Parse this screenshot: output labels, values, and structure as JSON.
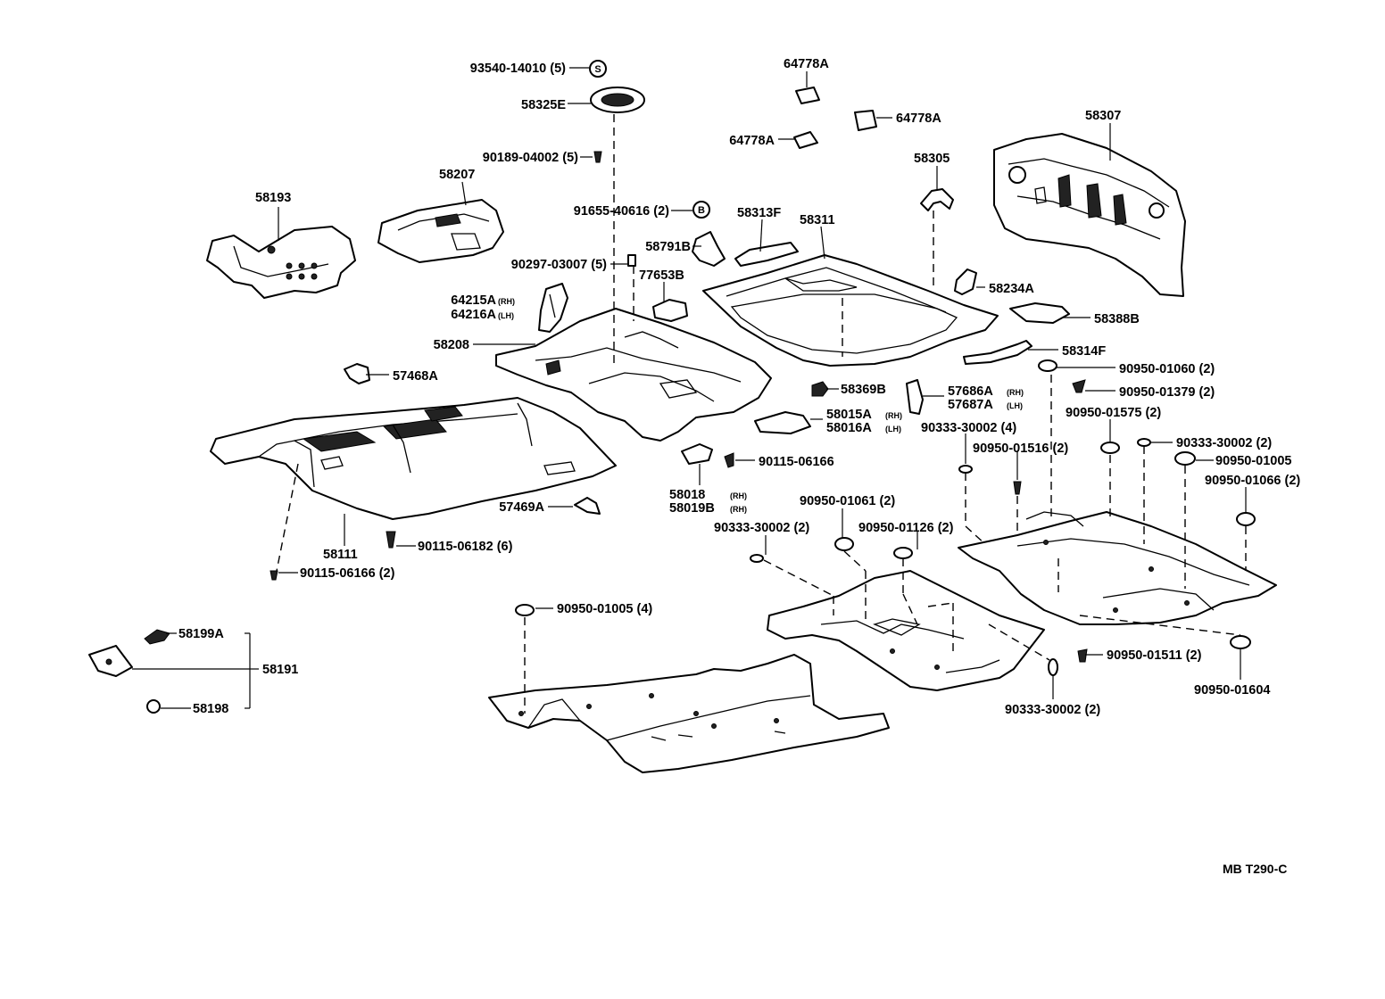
{
  "diagram_code": "MB T290-C",
  "callouts": {
    "c1": "93540-14010 (5)",
    "c2": "58325E",
    "c3": "90189-04002 (5)",
    "c4": "58207",
    "c5": "58193",
    "c6": "91655-40616 (2)",
    "c7": "58791B",
    "c8": "90297-03007 (5)",
    "c9": "77653B",
    "c10": "64215A",
    "c11": "64216A",
    "c12": "58208",
    "c13": "57468A",
    "c14": "64778A",
    "c15": "64778A",
    "c16": "64778A",
    "c17": "58305",
    "c18": "58313F",
    "c19": "58311",
    "c20": "58307",
    "c21": "58234A",
    "c22": "58388B",
    "c23": "58314F",
    "c24": "90950-01060 (2)",
    "c25": "90950-01379 (2)",
    "c26": "90950-01575 (2)",
    "c27": "58369B",
    "c28": "57686A",
    "c29": "57687A",
    "c30": "58015A",
    "c31": "58016A",
    "c32": "90333-30002 (4)",
    "c33": "90950-01516 (2)",
    "c34": "90333-30002 (2)",
    "c35": "90950-01005",
    "c36": "90950-01066 (2)",
    "c37": "90115-06166",
    "c38": "58018",
    "c39": "58019B",
    "c40": "57469A",
    "c41": "58111",
    "c42": "90115-06182 (6)",
    "c43": "90115-06166 (2)",
    "c44": "90950-01061 (2)",
    "c45": "90333-30002 (2)",
    "c46": "90950-01126 (2)",
    "c47": "90950-01005 (4)",
    "c48": "58199A",
    "c49": "58191",
    "c50": "58198",
    "c51": "90950-01511 (2)",
    "c52": "90950-01604",
    "c53": "90333-30002 (2)"
  },
  "side_marks": {
    "m1": "(RH)",
    "m2": "(LH)",
    "m3": "(RH)",
    "m4": "(LH)",
    "m5": "(RH)",
    "m6": "(LH)",
    "m7": "(RH)",
    "m8": "(RH)"
  },
  "symbols": {
    "s1": "S",
    "s2": "B"
  }
}
